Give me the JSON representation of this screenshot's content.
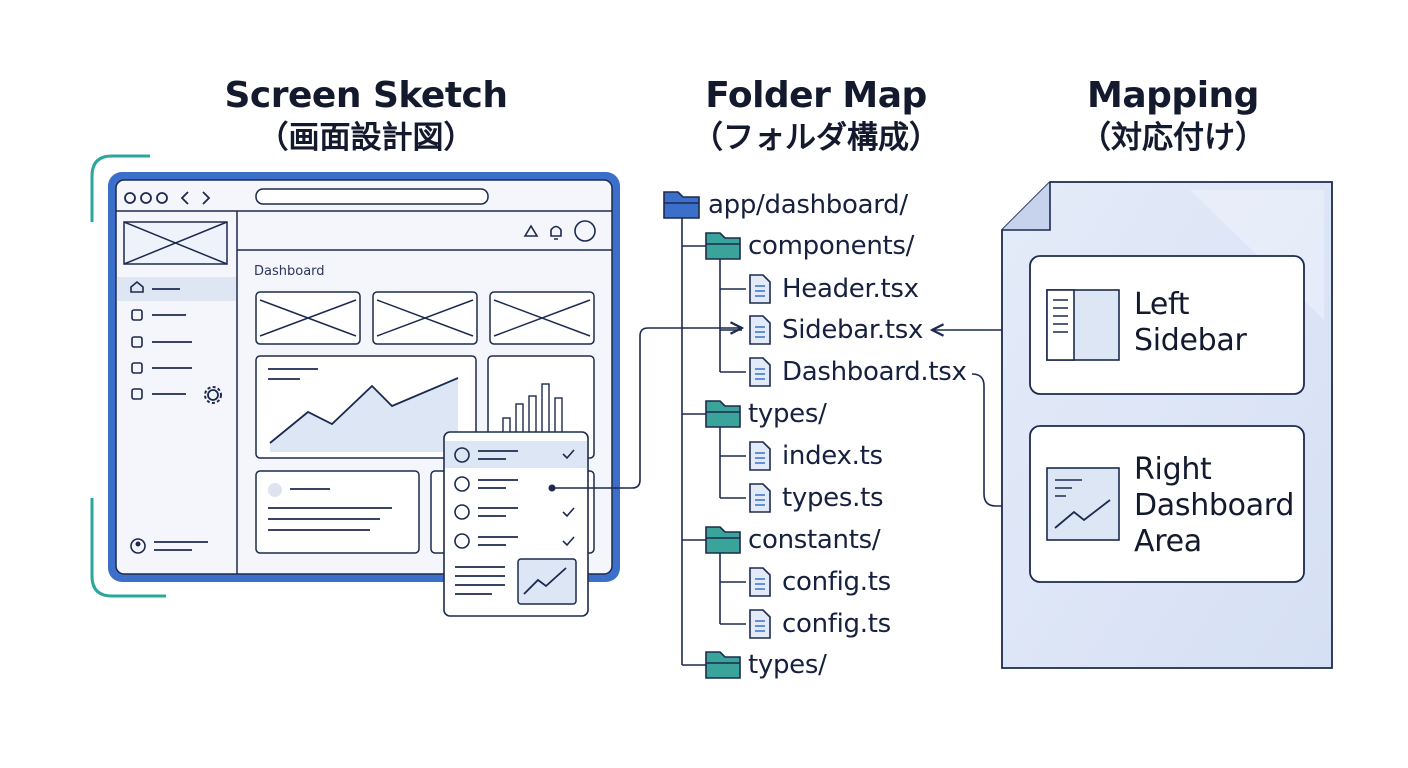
{
  "headings": {
    "screen_sketch": {
      "line1": "Screen Sketch",
      "line2": "（画面設計図）"
    },
    "folder_map": {
      "line1": "Folder Map",
      "line2": "（フォルダ構成）"
    },
    "mapping": {
      "line1": "Mapping",
      "line2": "（対応付け）"
    }
  },
  "sketch": {
    "page_title": "Dashboard"
  },
  "folder_tree": {
    "root": "app/dashboard/",
    "items": [
      {
        "label": "components/",
        "icon": "folder-icon"
      },
      {
        "label": "Header.tsx",
        "icon": "file-icon"
      },
      {
        "label": "Sidebar.tsx",
        "icon": "file-icon"
      },
      {
        "label": "Dashboard.tsx",
        "icon": "file-icon"
      },
      {
        "label": "types/",
        "icon": "folder-icon"
      },
      {
        "label": "index.ts",
        "icon": "file-icon"
      },
      {
        "label": "types.ts",
        "icon": "file-icon"
      },
      {
        "label": "constants/",
        "icon": "folder-icon"
      },
      {
        "label": "config.ts",
        "icon": "file-icon"
      },
      {
        "label": "config.ts",
        "icon": "file-icon"
      },
      {
        "label": "types/",
        "icon": "folder-icon"
      }
    ]
  },
  "mapping": {
    "left_sidebar": {
      "line1": "Left",
      "line2": "Sidebar"
    },
    "right_dashboard": {
      "line1": "Right",
      "line2": "Dashboard",
      "line3": "Area"
    }
  },
  "colors": {
    "navy": "#1c2a4f",
    "window_blue": "#3b6fc9",
    "teal": "#2aa79c",
    "folder_teal": "#3aa39a",
    "folder_blue": "#3b6fc9",
    "panel_bg": "#dde6f7"
  }
}
